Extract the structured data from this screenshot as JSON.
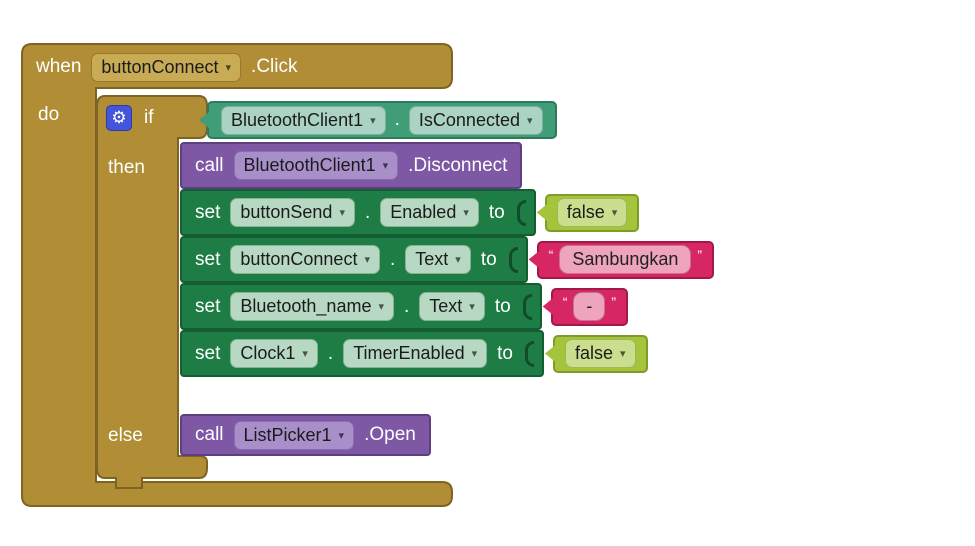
{
  "colors": {
    "canvas": "#ffffff",
    "label_text": "#ffffff",
    "chip_text": "#1b1b1b",
    "gold": "#b18e35",
    "gold_border": "#7d6423",
    "gold_chip": "#c9ab55",
    "gold_chip_border": "#99792c",
    "green": "#3f9d78",
    "green_border": "#2e7a5c",
    "green_chip": "#abd3c3",
    "green_chip_border": "#7fae99",
    "dark_green": "#1e7d45",
    "dark_green_border": "#145c31",
    "dark_green_chip": "#b7d8c2",
    "dark_green_chip_border": "#86b294",
    "purple": "#7e57a5",
    "purple_border": "#5e3f80",
    "purple_chip": "#a98fc9",
    "purple_chip_border": "#8a6fae",
    "lime": "#a4c43b",
    "lime_border": "#819c26",
    "lime_chip": "#cbdd8e",
    "lime_chip_border": "#9fb757",
    "pink": "#d62663",
    "pink_border": "#a3184a",
    "pink_field": "#eda4bc",
    "pink_field_border": "#c96f92",
    "gear_blue": "#4355dd"
  },
  "icons": {
    "dropdown_arrow": "▾",
    "gear": "⚙",
    "open_quote": "“",
    "close_quote": "”"
  },
  "when_block": {
    "keyword": "when",
    "component": "buttonConnect",
    "event": ".Click",
    "do_label": "do"
  },
  "if_block": {
    "if_label": "if",
    "then_label": "then",
    "else_label": "else"
  },
  "condition": {
    "component": "BluetoothClient1",
    "separator": ".",
    "property": "IsConnected"
  },
  "then_statements": {
    "call_disconnect": {
      "keyword": "call",
      "component": "BluetoothClient1",
      "method": ".Disconnect"
    },
    "set_enabled": {
      "keyword": "set",
      "component": "buttonSend",
      "separator": ".",
      "property": "Enabled",
      "to_label": "to",
      "value": "false"
    },
    "set_button_text": {
      "keyword": "set",
      "component": "buttonConnect",
      "separator": ".",
      "property": "Text",
      "to_label": "to",
      "value": "Sambungkan"
    },
    "set_name_text": {
      "keyword": "set",
      "component": "Bluetooth_name",
      "separator": ".",
      "property": "Text",
      "to_label": "to",
      "value": "-"
    },
    "set_timer": {
      "keyword": "set",
      "component": "Clock1",
      "separator": ".",
      "property": "TimerEnabled",
      "to_label": "to",
      "value": "false"
    }
  },
  "else_statements": {
    "call_open": {
      "keyword": "call",
      "component": "ListPicker1",
      "method": ".Open"
    }
  }
}
